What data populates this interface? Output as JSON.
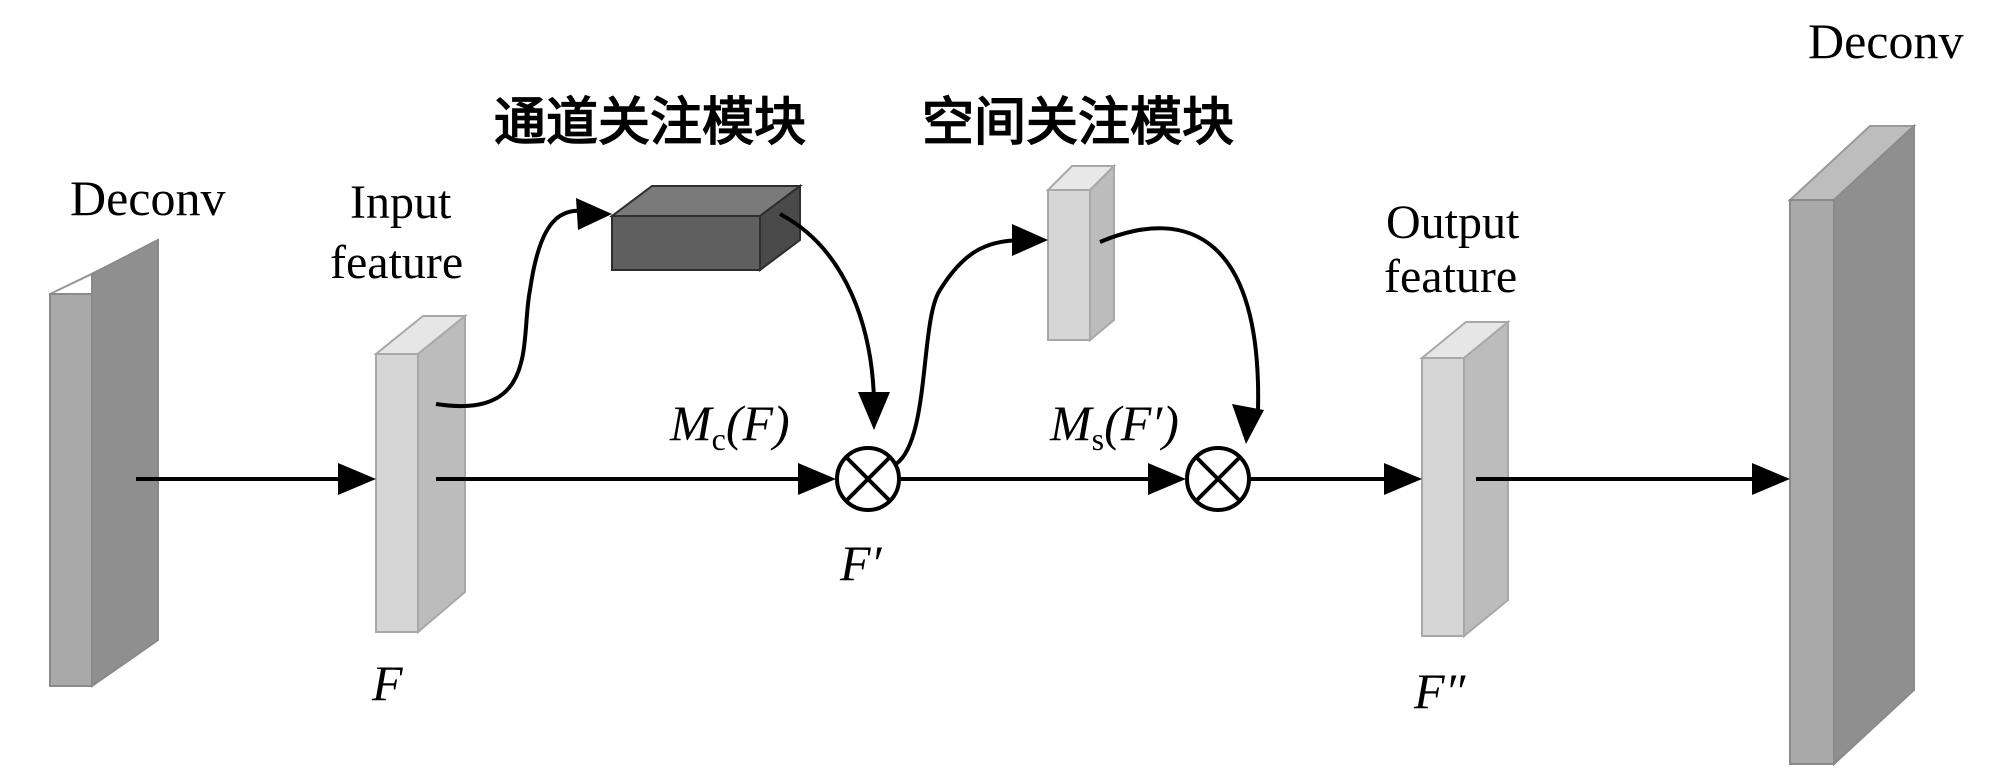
{
  "labels": {
    "deconv_left": "Deconv",
    "deconv_right": "Deconv",
    "input_feature_line1": "Input",
    "input_feature_line2": "feature",
    "output_feature_line1": "Output",
    "output_feature_line2": "feature",
    "channel_attention_module": "通道关注模块",
    "spatial_attention_module": "空间关注模块",
    "f_symbol": "F",
    "f_prime": "F′",
    "f_double_prime": "F″",
    "mc_m": "M",
    "mc_sub": "c",
    "mc_arg": "(F)",
    "ms_m": "M",
    "ms_sub": "s",
    "ms_arg": "(F′)"
  },
  "colors": {
    "dark_block": "#5f5f5f",
    "mid_block": "#a9a9a9",
    "light_block": "#d6d6d6",
    "line": "#000000",
    "multiply_node_fill": "#ffffff"
  },
  "icons": {
    "multiply_node": "circled-times"
  }
}
